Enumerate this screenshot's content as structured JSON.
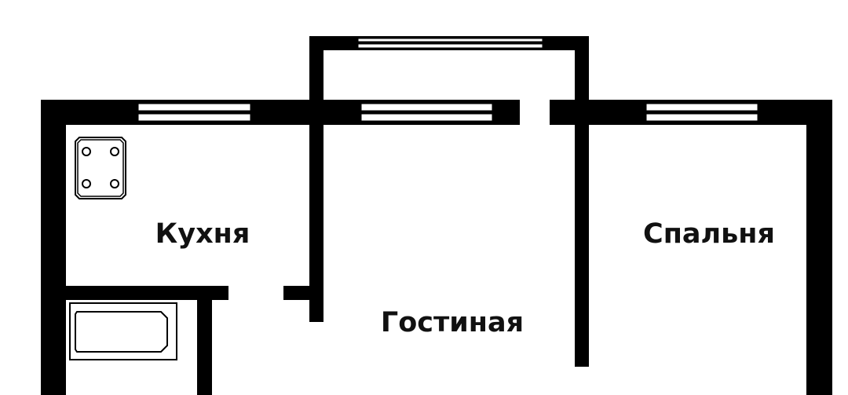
{
  "plan": {
    "rooms": [
      {
        "id": "kitchen",
        "label": "Кухня"
      },
      {
        "id": "living",
        "label": "Гостиная"
      },
      {
        "id": "bedroom",
        "label": "Спальня"
      }
    ],
    "fixtures": [
      "stove-icon",
      "bathtub-icon"
    ],
    "colors": {
      "wall": "#000000",
      "background": "#ffffff"
    }
  }
}
